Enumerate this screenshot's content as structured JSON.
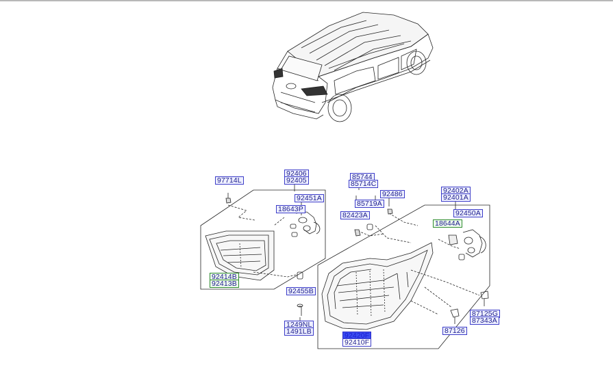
{
  "labels": {
    "l97714L": "97714L",
    "l92406": "92406",
    "l92405": "92405",
    "l92451A": "92451A",
    "l18643P": "18643P",
    "l92414B": "92414B",
    "l92413B": "92413B",
    "l92455B": "92455B",
    "l1249NL": "1249NL",
    "l1491LB": "1491LB",
    "l85744": "85744",
    "l85714C": "85714C",
    "l85719A": "85719A",
    "l82423A": "82423A",
    "l92486": "92486",
    "l92402A": "92402A",
    "l92401A": "92401A",
    "l92450A": "92450A",
    "l18644A": "18644A",
    "l87125G": "87125G",
    "l87343A": "87343A",
    "l87126": "87126",
    "l92420F": "92420F",
    "l92410F": "92410F"
  },
  "colors": {
    "label_border": "#3b3bc8",
    "label_text": "#1a1a8c",
    "selected_fill": "#3a4cf0",
    "line": "#222222"
  }
}
